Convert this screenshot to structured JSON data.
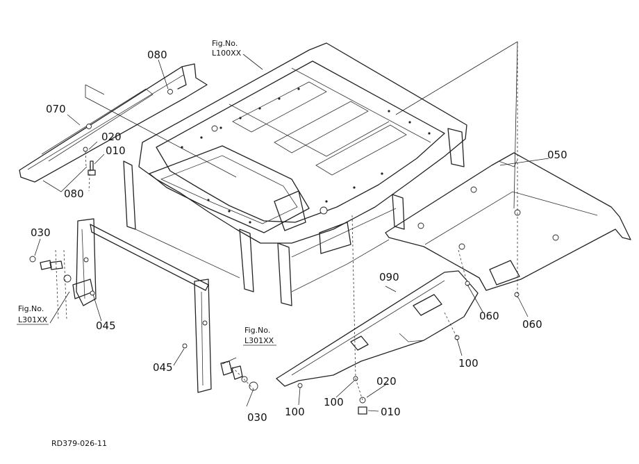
{
  "drawing_id": "RD379-026-11",
  "callouts": {
    "c010a": "010",
    "c010b": "010",
    "c020a": "020",
    "c020b": "020",
    "c030a": "030",
    "c030b": "030",
    "c045a": "045",
    "c045b": "045",
    "c050": "050",
    "c060a": "060",
    "c060b": "060",
    "c070": "070",
    "c080a": "080",
    "c080b": "080",
    "c090": "090",
    "c100a": "100",
    "c100b": "100",
    "c100c": "100"
  },
  "figure_refs": {
    "roof": {
      "line1": "Fig.No.",
      "line2": "L100XX"
    },
    "left": {
      "line1": "Fig.No.",
      "line2": "L301XX"
    },
    "center": {
      "line1": "Fig.No.",
      "line2": "L301XX"
    }
  }
}
